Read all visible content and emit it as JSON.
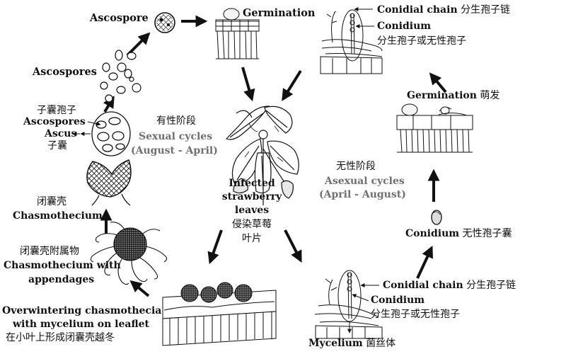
{
  "labels": {
    "ascospore_top": "Ascospore",
    "germination_top": "Germination",
    "conidial_chain_top_en": "Conidial chain",
    "conidial_chain_top_zh": "分生孢子链",
    "conidium_top_en": "Conidium",
    "conidium_top_zh": "分生孢子或无性孢子",
    "ascospores_left": "Ascospores",
    "zinang_baozi": "子囊孢子",
    "ascospores_small": "Ascospores",
    "ascus_en": "Ascus",
    "ascus_zh": "子囊",
    "sexual_zh": "有性阶段",
    "sexual_en1": "Sexual cycles",
    "sexual_en2": "(August - April)",
    "germination_right_en": "Germination",
    "germination_right_zh": "萌发",
    "asexual_zh": "无性阶段",
    "asexual_en1": "Asexual cycles",
    "asexual_en2": "(April - August)",
    "chasmo_zh": "闭囊壳",
    "chasmo_en": "Chasmothecium",
    "infected_1": "Infected",
    "infected_2": "strawberry",
    "infected_3": "leaves",
    "infected_4": "侵染草莓",
    "infected_5": "叶片",
    "conidium_right_en": "Conidium",
    "conidium_right_zh": "无性孢子囊",
    "appendages_zh": "闭囊壳附属物",
    "appendages_en1": "Chasmothecium with",
    "appendages_en2": "appendages",
    "conidial_chain_bot_en": "Conidial chain",
    "conidial_chain_bot_zh": "分生孢子链",
    "conidium_bot_en": "Conidium",
    "conidium_bot_zh": "分生孢子或无性孢子",
    "overwinter_1": "Overwintering chasmothecia",
    "overwinter_2": "with mycelium on leaflet",
    "overwinter_3": "在小叶上形成闭囊壳越冬",
    "mycelium_en": "Mycelium",
    "mycelium_zh": "菌丝体"
  },
  "icons": [
    "ascospore-icon",
    "germination-cells-icon",
    "conidiophore-top-icon",
    "ascospores-scatter-icon",
    "ascus-icon",
    "germination-right-icon",
    "strawberry-plant-icon",
    "chasmothecium-icon",
    "conidium-icon",
    "chasmothecium-appendages-icon",
    "conidiophore-bottom-icon",
    "overwintering-leaflet-icon",
    "cycle-arrow-icon"
  ],
  "colors": {
    "ink": "#111111",
    "cycle_text": "#6f6f6f",
    "background": "#ffffff"
  }
}
